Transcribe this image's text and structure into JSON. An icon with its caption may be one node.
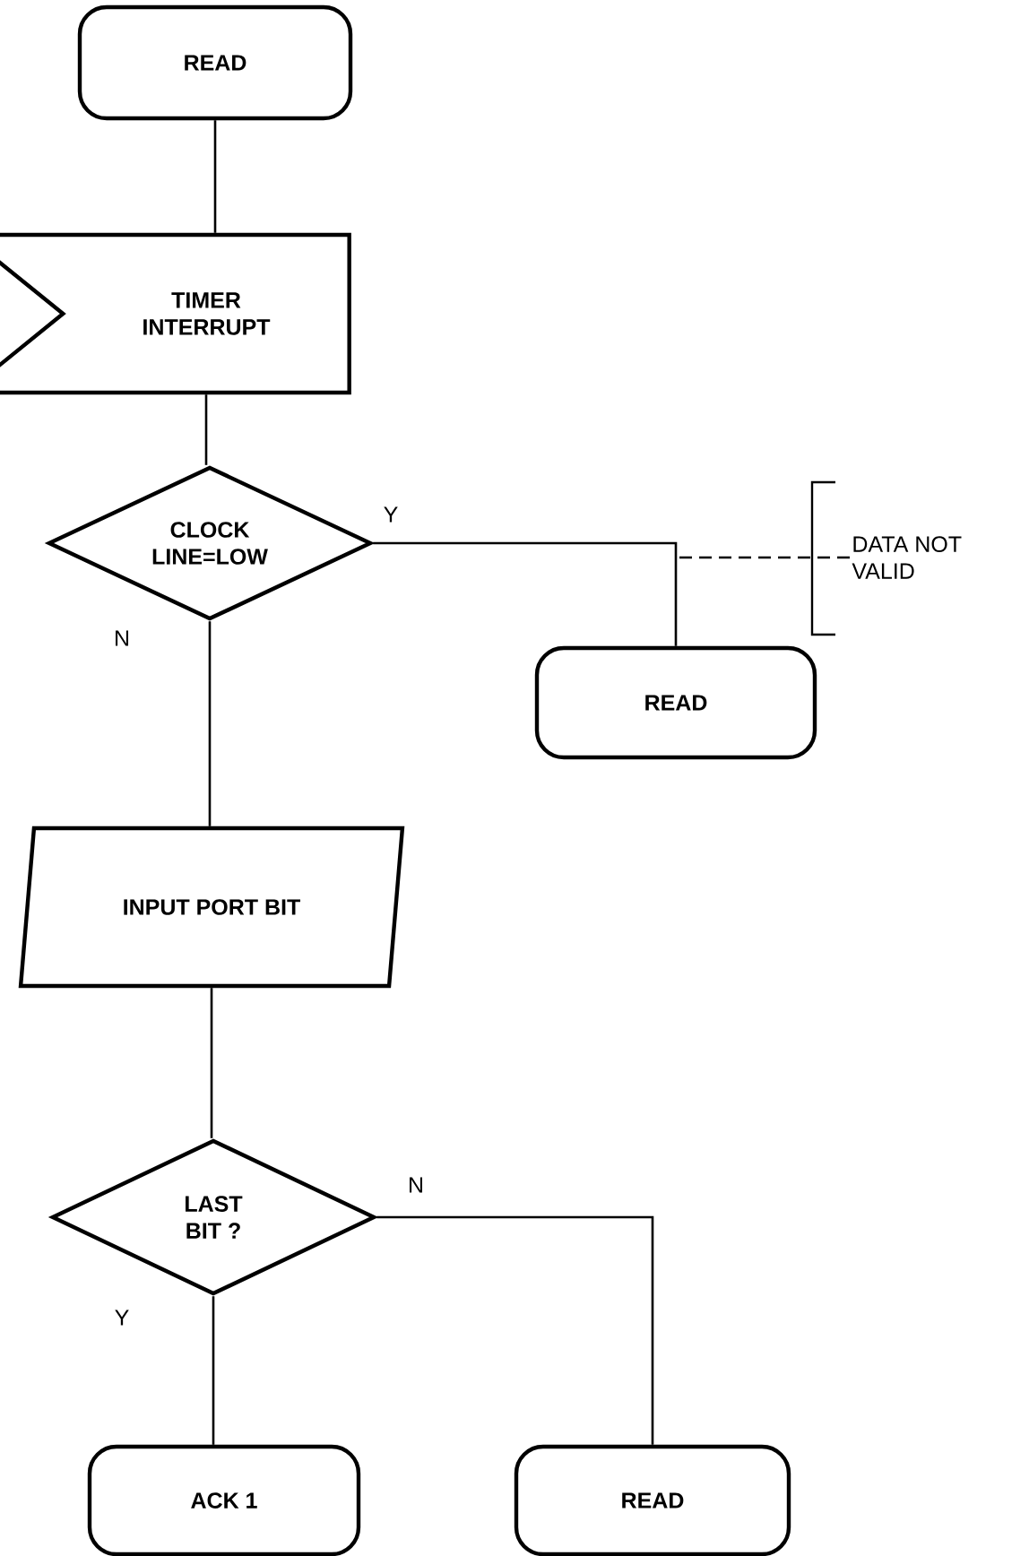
{
  "diagram": {
    "nodes": [
      {
        "text": [
          "READ"
        ]
      },
      {
        "text": [
          "TIMER INTERRUPT"
        ]
      },
      {
        "text": [
          "CLOCK LINE=LOW"
        ]
      },
      {
        "text": [
          "READ"
        ]
      },
      {
        "text": [
          "INPUT PORT BIT"
        ]
      },
      {
        "text": [
          "LAST BIT ?"
        ]
      },
      {
        "text": [
          "ACK 1"
        ]
      },
      {
        "text": [
          "READ"
        ]
      },
      {
        "text": [
          "DATA NOT VALID"
        ]
      }
    ],
    "edges": [
      {
        "from": 0,
        "to": 1,
        "arrow": "none"
      },
      {
        "from": 1,
        "to": 2,
        "arrow": "none"
      },
      {
        "from": 2,
        "to": 3,
        "arrow": "none",
        "label": "Y"
      },
      {
        "from": 2,
        "to": 4,
        "arrow": "none",
        "label": "N"
      },
      {
        "from": 4,
        "to": 5,
        "arrow": "none"
      },
      {
        "from": 5,
        "to": 6,
        "arrow": "none",
        "label": "Y"
      },
      {
        "from": 5,
        "to": 7,
        "arrow": "none",
        "label": "N"
      },
      {
        "from": 8,
        "to": null,
        "arrow": "none",
        "style": "dashed"
      }
    ]
  }
}
